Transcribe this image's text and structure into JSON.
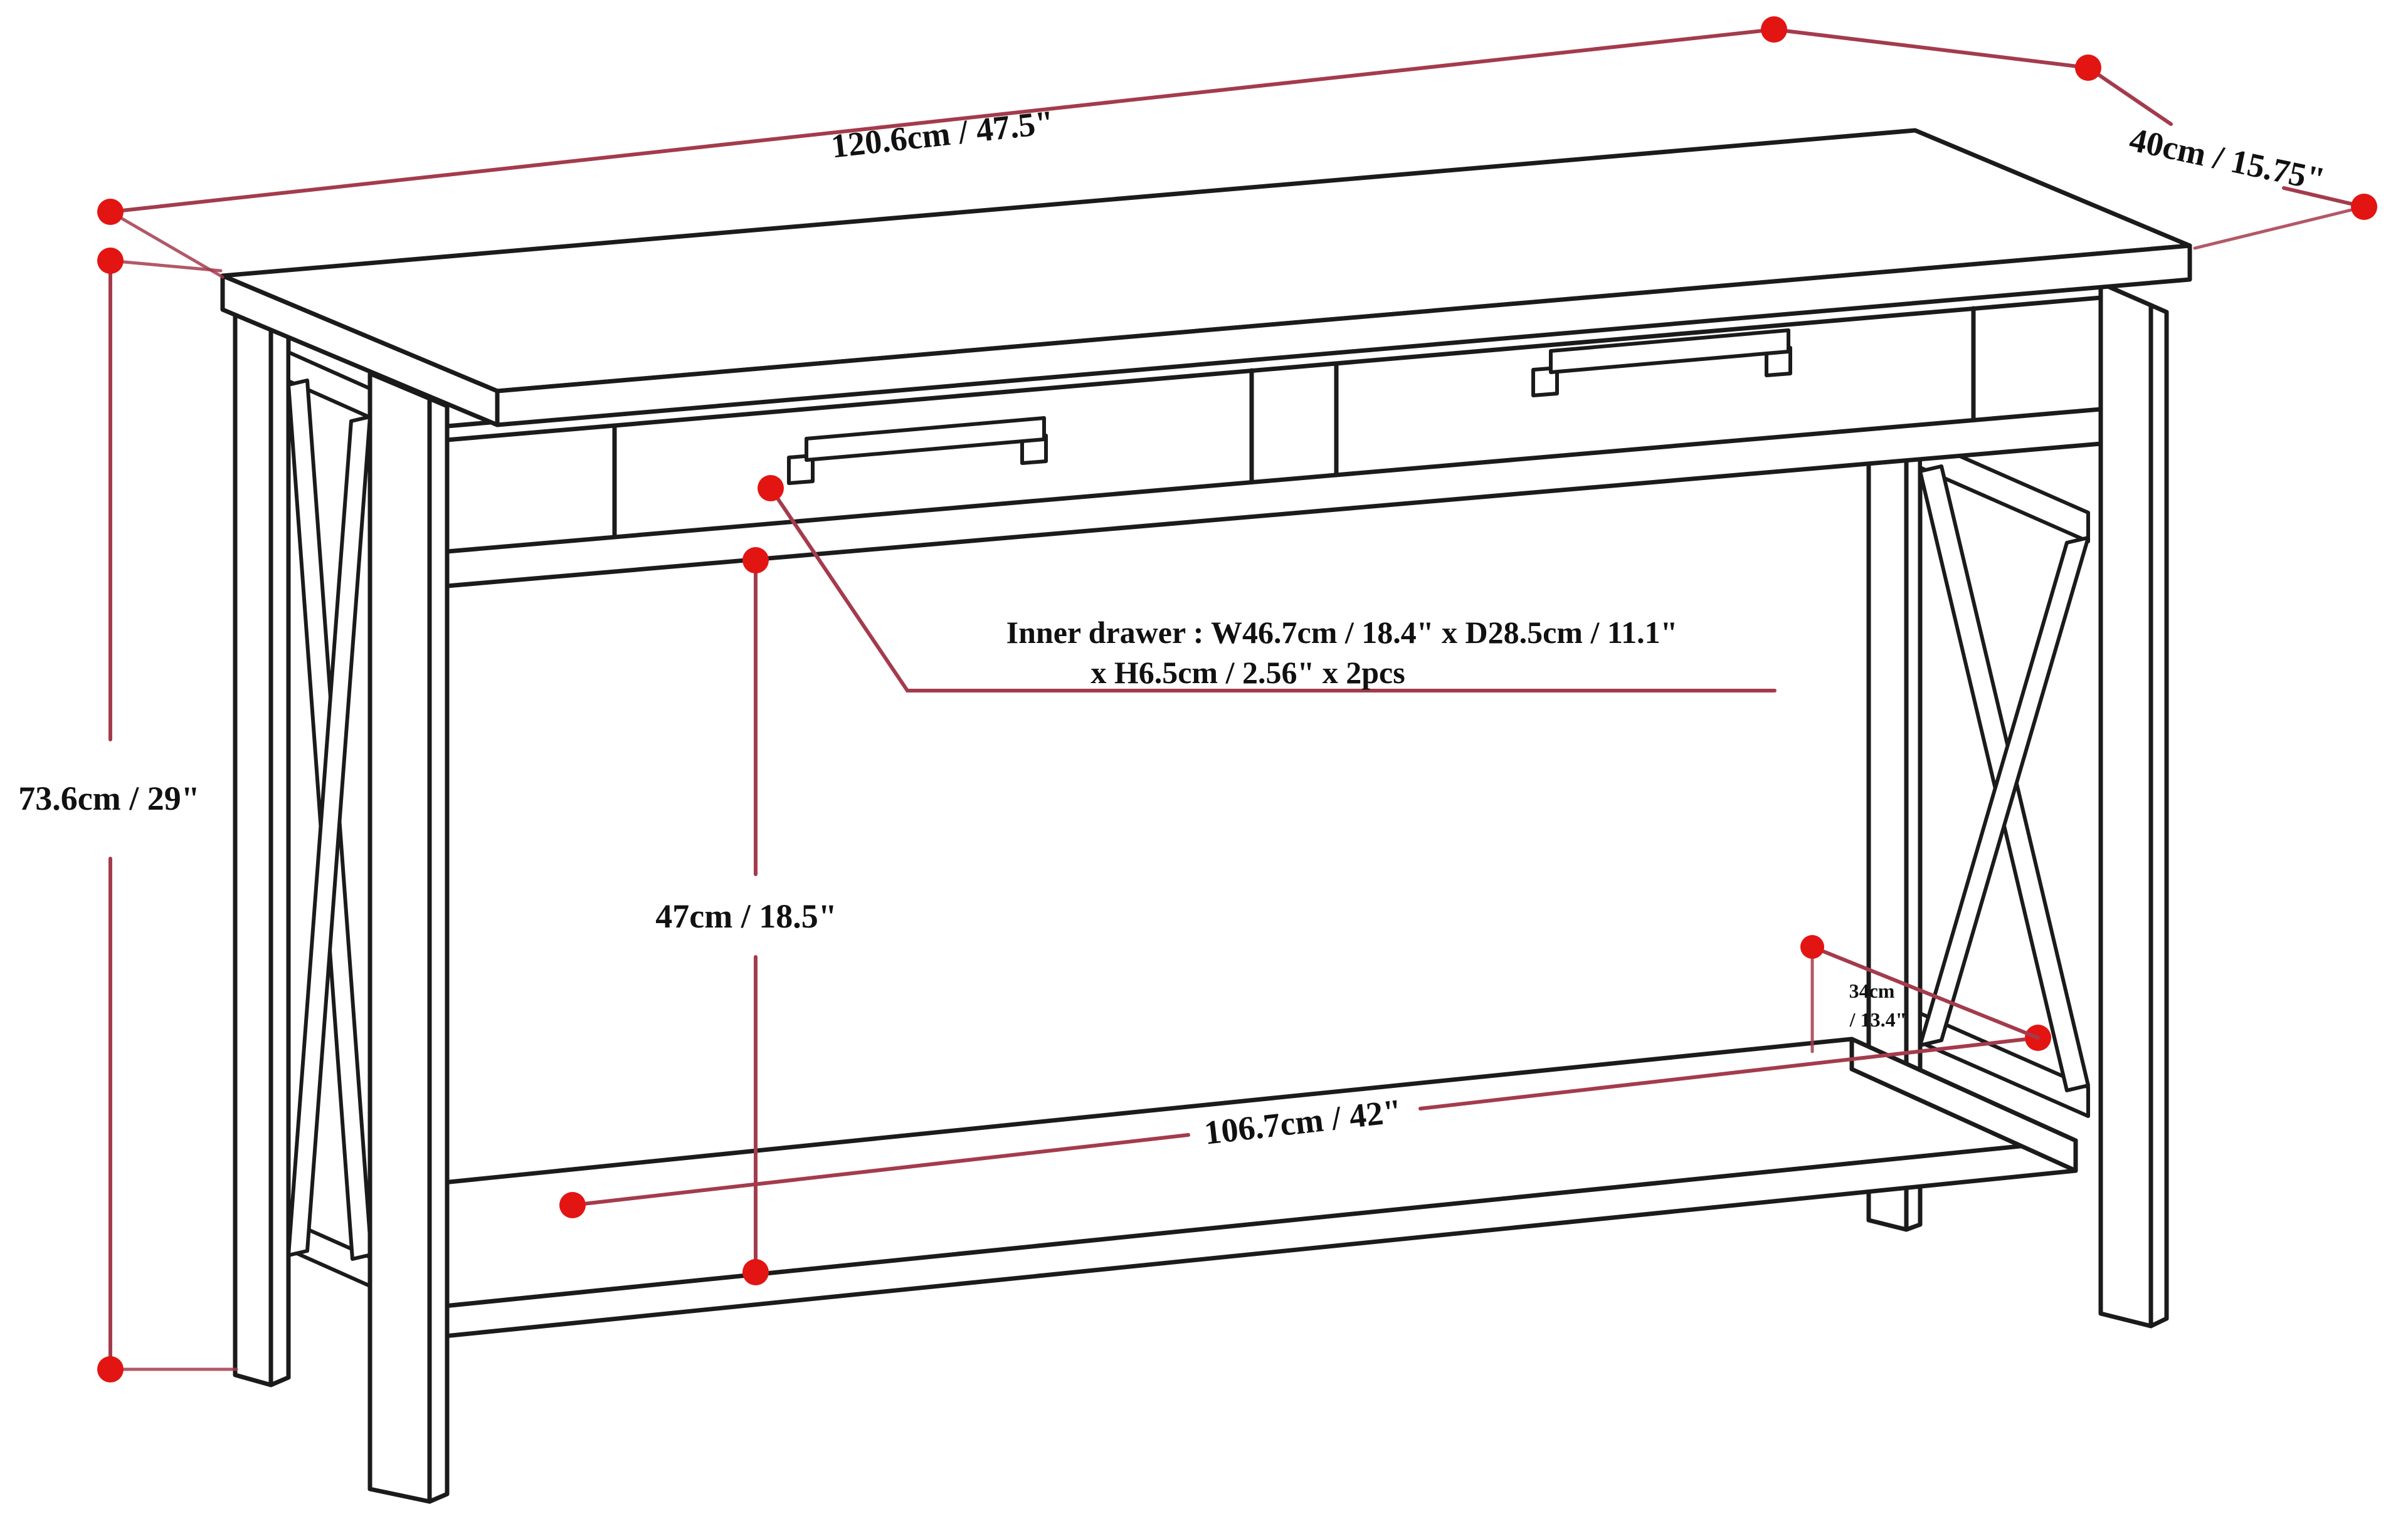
{
  "title": "Console table dimension diagram",
  "colors": {
    "dim-line": "#a43b4c",
    "dot": "#e21512",
    "structure": "#1b1b1b",
    "background": "#ffffff",
    "text": "#111111"
  },
  "dimensions": {
    "width": {
      "label": "120.6cm / 47.5\""
    },
    "depth": {
      "label": "40cm / 15.75\""
    },
    "height": {
      "label": "73.6cm / 29\""
    },
    "clearance": {
      "label": "47cm / 18.5\""
    },
    "shelf_width": {
      "label": "106.7cm / 42\""
    },
    "shelf_depth": {
      "line1": "34cm",
      "line2": "/ 13.4\""
    },
    "inner_drawer": {
      "line1": "Inner drawer  : W46.7cm / 18.4\" x D28.5cm / 11.1\"",
      "line2": "x H6.5cm / 2.56\" x 2pcs"
    }
  }
}
